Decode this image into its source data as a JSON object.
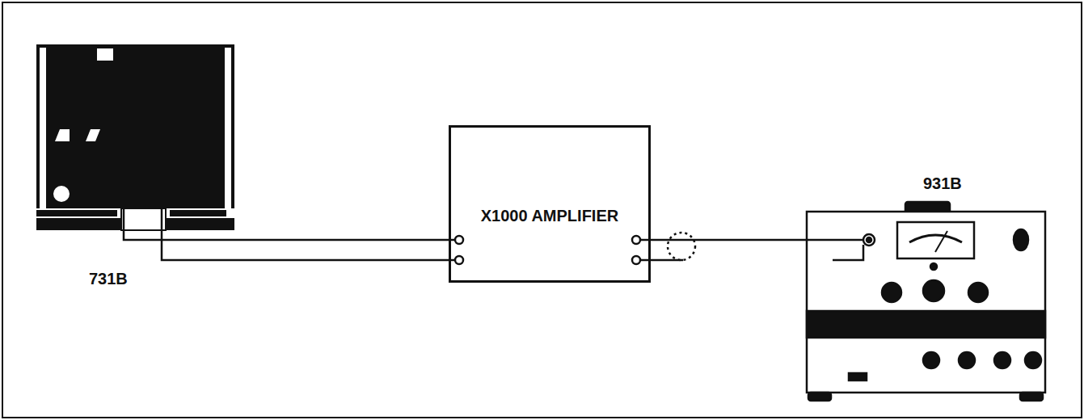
{
  "diagram": {
    "nodes": [
      {
        "text": [
          "731B"
        ]
      },
      {
        "text": [
          "X1000 AMPLIFIER"
        ]
      },
      {
        "text": [
          "931B"
        ]
      }
    ],
    "edges": [
      {
        "from": 0,
        "to": 1,
        "arrow": "none"
      },
      {
        "from": 0,
        "to": 1,
        "arrow": "none"
      },
      {
        "from": 1,
        "to": 2,
        "arrow": "none"
      }
    ]
  }
}
